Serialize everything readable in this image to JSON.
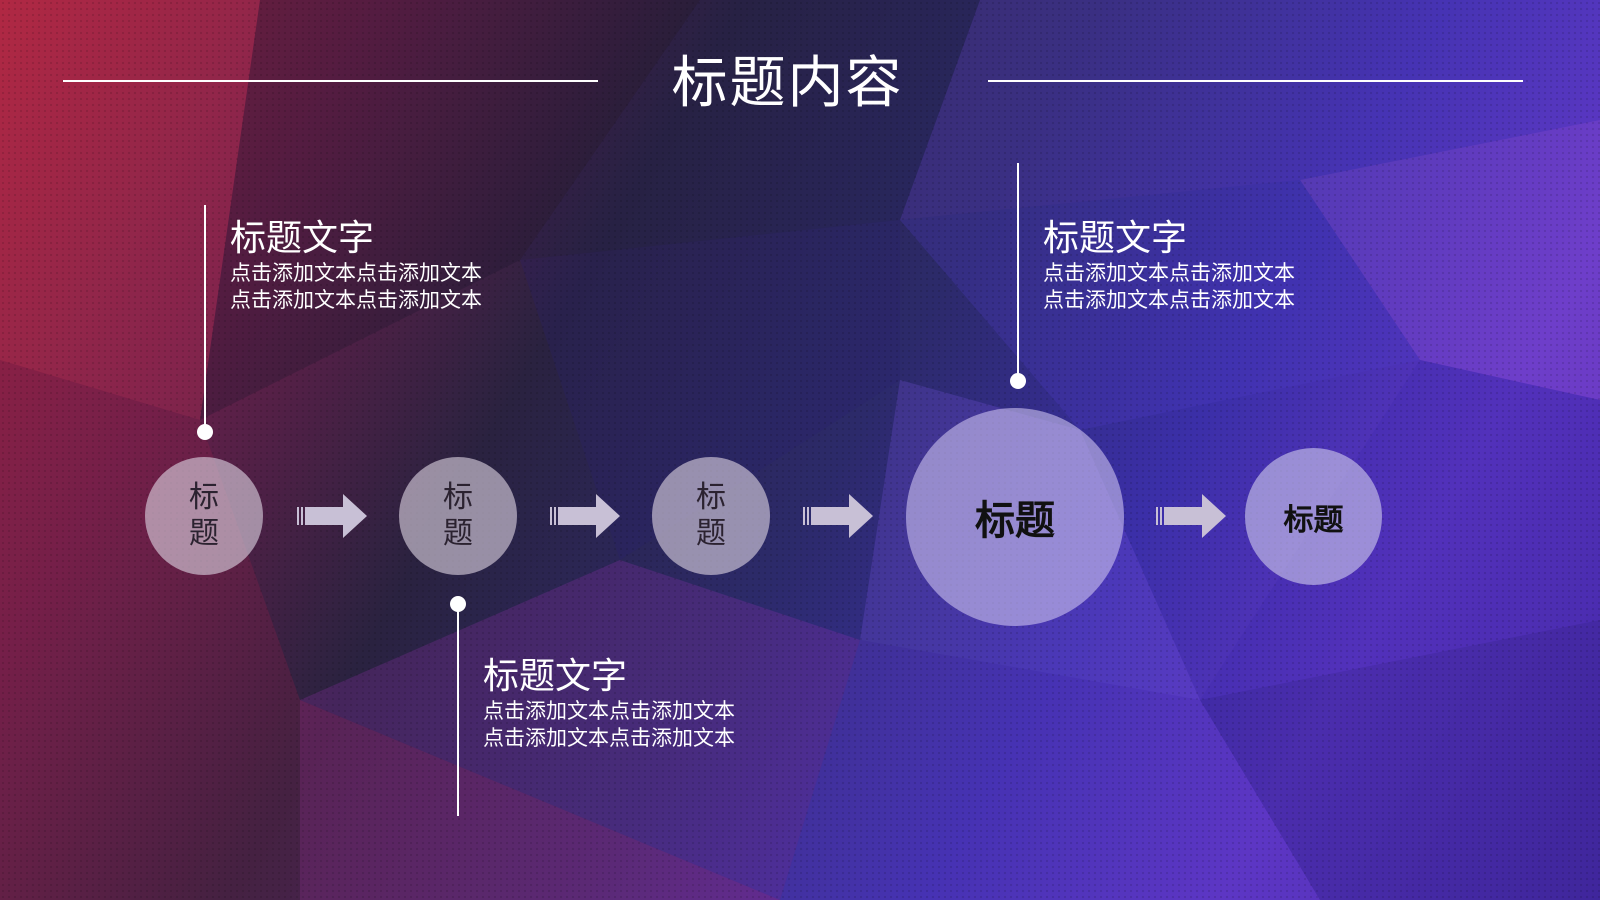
{
  "slide": {
    "title": "标题内容",
    "steps": [
      {
        "label": "标\n题"
      },
      {
        "label": "标\n题"
      },
      {
        "label": "标\n题"
      },
      {
        "label": "标题"
      },
      {
        "label": "标题"
      }
    ],
    "callouts": [
      {
        "heading": "标题文字",
        "line1": "点击添加文本点击添加文本",
        "line2": "点击添加文本点击添加文本"
      },
      {
        "heading": "标题文字",
        "line1": "点击添加文本点击添加文本",
        "line2": "点击添加文本点击添加文本"
      },
      {
        "heading": "标题文字",
        "line1": "点击添加文本点击添加文本",
        "line2": "点击添加文本点击添加文本"
      }
    ]
  },
  "colors": {
    "text": "#ffffff",
    "circle": "#dcd2e1",
    "arrow": "#c8c0d6"
  }
}
